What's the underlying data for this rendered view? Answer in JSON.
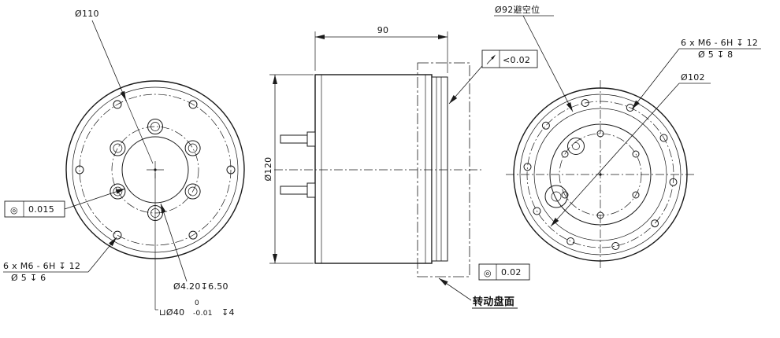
{
  "front_view": {
    "dia_label": "Ø110",
    "fcf_concentricity": {
      "symbol": "◎",
      "value": "0.015"
    },
    "holes_note": {
      "line1": "6 x M6 - 6H ↧ 12",
      "line2": "Ø 5 ↧ 6"
    },
    "center_hole_note": "Ø4.20↧6.50",
    "boss_note": {
      "prefix": "⊔Ø40",
      "tol_upper": "0",
      "tol_lower": "-0.01",
      "suffix": "↧4"
    }
  },
  "side_view": {
    "width_dim": "90",
    "dia_dim": "Ø120",
    "fcf_runout": {
      "value": "<0.02"
    },
    "fcf_concentricity": {
      "symbol": "◎",
      "value": "0.02"
    },
    "face_label": "转动盘面"
  },
  "rear_view": {
    "clearance_note": "Ø92避空位",
    "holes_note": {
      "line1": "6 x M6 - 6H ↧ 12",
      "line2": "Ø 5 ↧ 8"
    },
    "bolt_circle_note": "Ø102"
  }
}
